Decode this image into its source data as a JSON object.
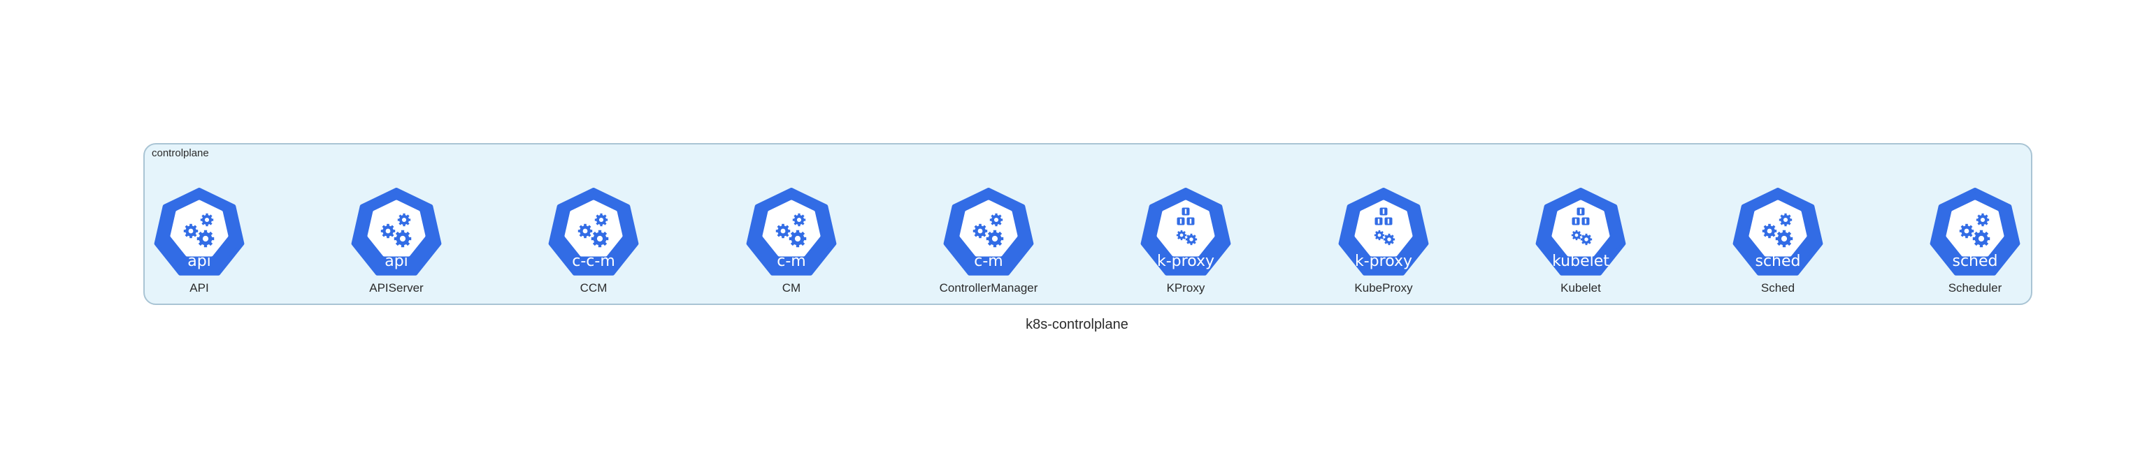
{
  "diagram": {
    "caption": "k8s-controlplane",
    "cluster": {
      "label": "controlplane",
      "nodes": [
        {
          "icon_text": "api",
          "label": "API",
          "icon": "gears"
        },
        {
          "icon_text": "api",
          "label": "APIServer",
          "icon": "gears"
        },
        {
          "icon_text": "c-c-m",
          "label": "CCM",
          "icon": "gears"
        },
        {
          "icon_text": "c-m",
          "label": "CM",
          "icon": "gears"
        },
        {
          "icon_text": "c-m",
          "label": "ControllerManager",
          "icon": "gears"
        },
        {
          "icon_text": "k-proxy",
          "label": "KProxy",
          "icon": "cubes-gear"
        },
        {
          "icon_text": "k-proxy",
          "label": "KubeProxy",
          "icon": "cubes-gear"
        },
        {
          "icon_text": "kubelet",
          "label": "Kubelet",
          "icon": "cubes-gear"
        },
        {
          "icon_text": "sched",
          "label": "Sched",
          "icon": "gears"
        },
        {
          "icon_text": "sched",
          "label": "Scheduler",
          "icon": "gears"
        }
      ]
    }
  },
  "colors": {
    "k8s_blue": "#326ce5",
    "cluster_fill": "#e5f4fb",
    "cluster_border": "#a9c4d4"
  }
}
